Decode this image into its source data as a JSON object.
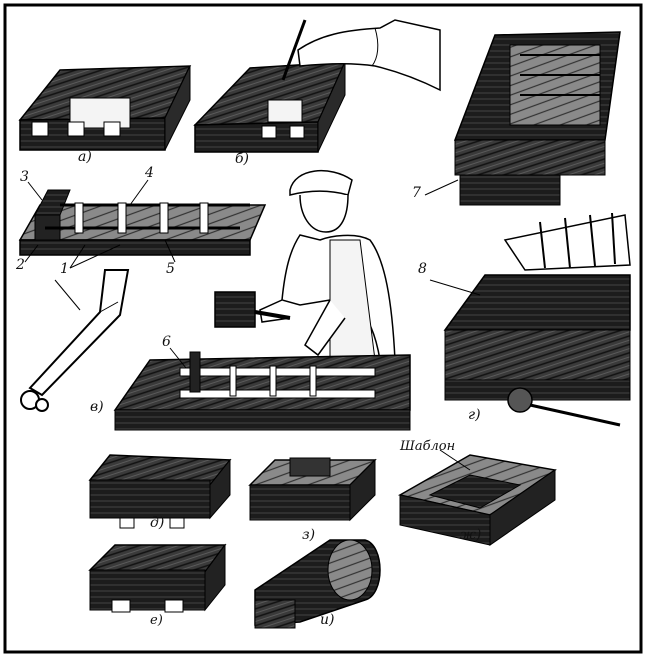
{
  "labels": {
    "a": "а)",
    "b": "б)",
    "v": "в)",
    "g": "г)",
    "d": "д)",
    "e": "е)",
    "z": "з)",
    "zh": "ж)",
    "i": "и)",
    "n1": "1",
    "n2": "2",
    "n3": "3",
    "n4": "4",
    "n5": "5",
    "n6": "6",
    "n7": "7",
    "n8": "8",
    "template": "Шаблон"
  }
}
